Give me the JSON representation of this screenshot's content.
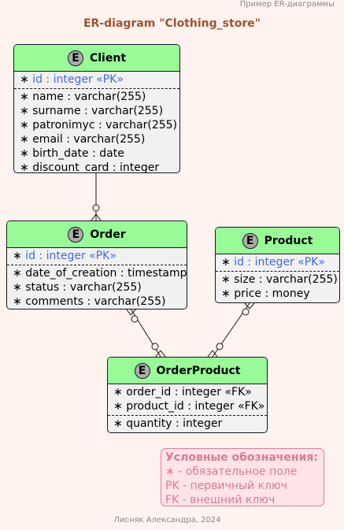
{
  "header": "Пример ER-диаграммы",
  "title": "ER-diagram \"Clothing_store\"",
  "footer": "Лисняк Александра, 2024",
  "entity_icon_letter": "E",
  "entities": {
    "client": {
      "name": "Client",
      "pk_fields": [
        "id : integer «PK»"
      ],
      "fields": [
        "name : varchar(255)",
        "surname : varchar(255)",
        "patronimyc : varchar(255)",
        "email : varchar(255)",
        "birth_date : date",
        "discount_card : integer"
      ]
    },
    "order": {
      "name": "Order",
      "pk_fields": [
        "id : integer «PK»"
      ],
      "fields": [
        "date_of_creation : timestamp",
        "status : varchar(255)",
        "comments : varchar(255)"
      ]
    },
    "product": {
      "name": "Product",
      "pk_fields": [
        "id : integer «PK»"
      ],
      "fields": [
        "size : varchar(255)",
        "price : money"
      ]
    },
    "order_product": {
      "name": "OrderProduct",
      "fk_fields": [
        "order_id : integer «FK»",
        "product_id : integer «FK»"
      ],
      "fields": [
        "quantity : integer"
      ]
    }
  },
  "legend": {
    "title": "Условные обозначения:",
    "lines": [
      "- обязательное поле",
      "PK - первичный ключ",
      "FK - внешний ключ"
    ]
  },
  "relations": [
    {
      "from": "Client",
      "to": "Order",
      "from_end": "one",
      "to_end": "zero-or-many"
    },
    {
      "from": "Order",
      "to": "OrderProduct",
      "from_end": "zero-or-many",
      "to_end": "zero-or-many"
    },
    {
      "from": "Product",
      "to": "OrderProduct",
      "from_end": "zero-or-many",
      "to_end": "zero-or-many"
    }
  ],
  "colors": {
    "background": "#fef3ef",
    "entity_header": "#98fb98",
    "entity_body": "#f1f1f1",
    "pk_text": "#4169e1",
    "title": "#a0522d",
    "legend_text": "#d9799a",
    "legend_border": "#e57a9b",
    "legend_bg": "#ffe4e8"
  }
}
